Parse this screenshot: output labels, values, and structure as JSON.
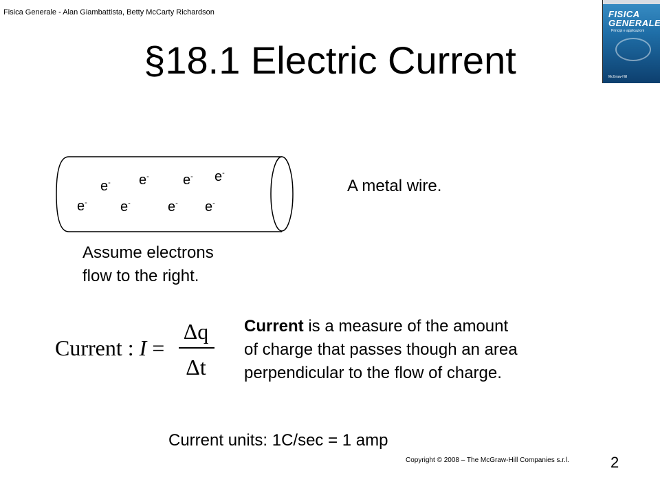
{
  "header": {
    "book": "Fisica Generale",
    "authors": " - Alan Giambattista, Betty McCarty Richardson"
  },
  "cover": {
    "title_line1": "FISICA",
    "title_line2": "GENERALE",
    "subtitle": "Principi e applicazioni",
    "publisher": "McGraw-Hill"
  },
  "title": "§18.1 Electric Current",
  "wire": {
    "electron_label": "e",
    "electron_sup": "-"
  },
  "wire_caption": "A metal wire.",
  "assume": {
    "line1": "Assume electrons",
    "line2": "flow to the right."
  },
  "equation": {
    "lhs": "Current : ",
    "var": "I",
    "eq": " = ",
    "num": "Δq",
    "den": "Δt"
  },
  "definition": {
    "bold": "Current",
    "rest1": " is a measure of the amount",
    "line2": "of charge that passes though an area",
    "line3": "perpendicular to the flow of charge."
  },
  "units": "Current units: 1C/sec = 1 amp",
  "footer": "Copyright © 2008 – The McGraw-Hill Companies s.r.l.",
  "page_number": "2"
}
